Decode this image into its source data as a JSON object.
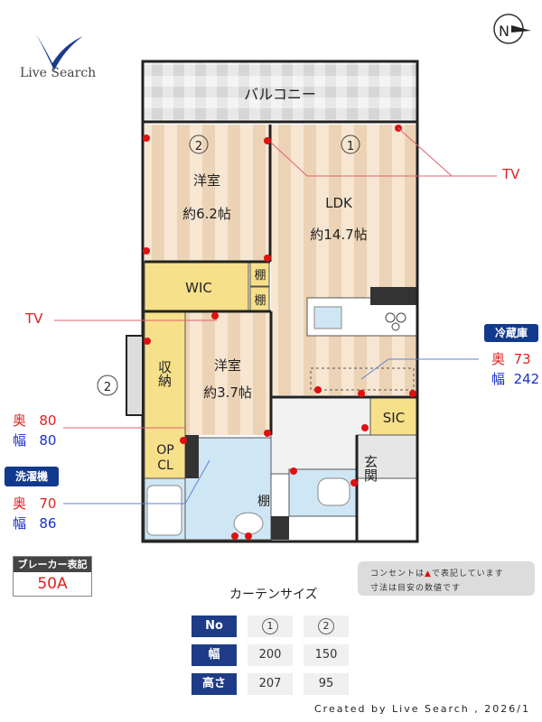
{
  "logo": {
    "text": "Live Search"
  },
  "rooms": {
    "balcony": "バルコニー",
    "western1": {
      "name": "洋室",
      "size": "約6.2帖",
      "no": "2"
    },
    "ldk": {
      "name": "LDK",
      "size": "約14.7帖",
      "no": "1"
    },
    "wic": "WIC",
    "shelf": "棚",
    "western2": {
      "name": "洋室",
      "size": "約3.7帖"
    },
    "storage": "収納",
    "opcl": "OP\nCL",
    "opcl_line1": "OP",
    "opcl_line2": "CL",
    "sic": "SIC",
    "entrance": "玄関",
    "shelf2": "棚",
    "window_no": "2"
  },
  "annotations": {
    "tv_right": "TV",
    "tv_left": "TV",
    "fridge": {
      "label": "冷蔵庫",
      "depth_label": "奥",
      "depth": "73",
      "width_label": "幅",
      "width": "242"
    },
    "fridge_left": {
      "depth_label": "奥",
      "depth": "80",
      "width_label": "幅",
      "width": "80"
    },
    "washer": {
      "label": "洗濯機",
      "depth_label": "奥",
      "depth": "70",
      "width_label": "幅",
      "width": "86"
    }
  },
  "breaker": {
    "label": "ブレーカー表記",
    "value": "50A"
  },
  "notes": {
    "line1_a": "コンセントは",
    "line1_b": "で表記しています",
    "line2": "寸法は目安の数値です"
  },
  "curtain": {
    "title": "カーテンサイズ",
    "headers": [
      "No",
      "幅",
      "高さ"
    ],
    "columns": [
      {
        "no": "1",
        "width": "200",
        "height": "207"
      },
      {
        "no": "2",
        "width": "150",
        "height": "95"
      }
    ]
  },
  "footer": "Created by Live Search , 2026/1",
  "colors": {
    "outlet": "#e01010",
    "navy": "#1d3b86",
    "floor": "#f2dcc0",
    "wic": "#f7e08a",
    "wet": "#cfe6f5"
  }
}
